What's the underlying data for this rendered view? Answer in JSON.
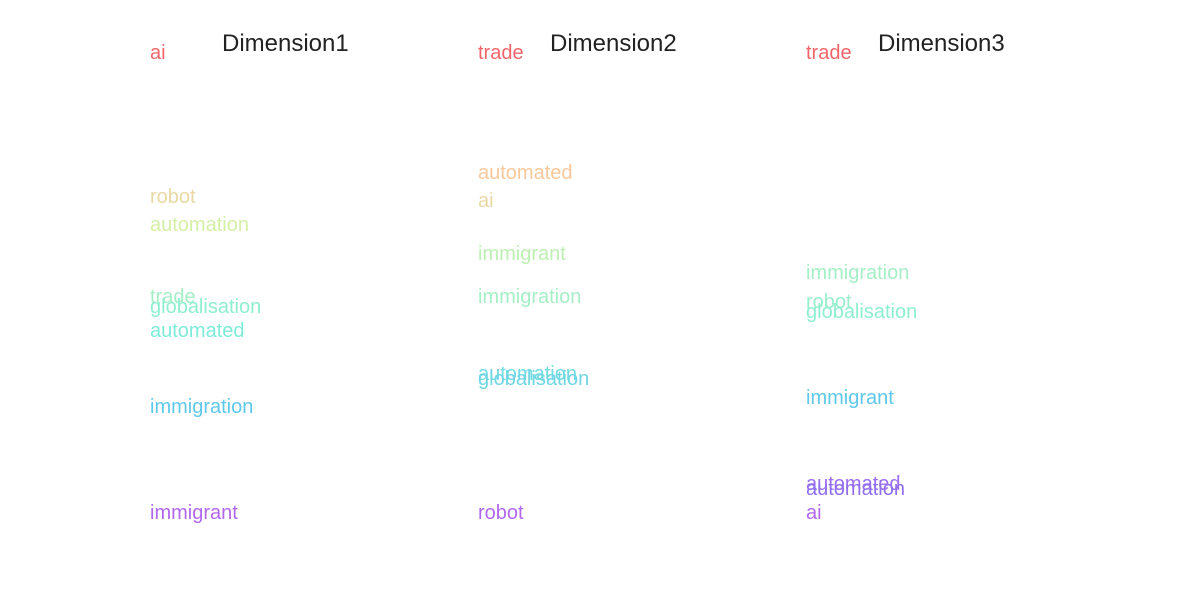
{
  "chart_data": {
    "type": "scatter",
    "description_free": true,
    "panels": [
      {
        "title": "Dimension1",
        "words": [
          {
            "label": "ai",
            "rank": 1,
            "y": 1.0,
            "color": "#f0666a"
          },
          {
            "label": "robot",
            "rank": 2,
            "y": 0.7,
            "color": "#e8d9a4"
          },
          {
            "label": "automation",
            "rank": 3,
            "y": 0.64,
            "color": "#d4efa6"
          },
          {
            "label": "trade",
            "rank": 4,
            "y": 0.49,
            "color": "#a5efc6"
          },
          {
            "label": "globalisation",
            "rank": 5,
            "y": 0.47,
            "color": "#8eefd0"
          },
          {
            "label": "automated",
            "rank": 6,
            "y": 0.42,
            "color": "#7cebd9"
          },
          {
            "label": "immigration",
            "rank": 7,
            "y": 0.26,
            "color": "#5ec8ea"
          },
          {
            "label": "immigrant",
            "rank": 8,
            "y": 0.04,
            "color": "#b167ee"
          }
        ]
      },
      {
        "title": "Dimension2",
        "words": [
          {
            "label": "trade",
            "rank": 1,
            "y": 1.0,
            "color": "#f0666a"
          },
          {
            "label": "automated",
            "rank": 2,
            "y": 0.75,
            "color": "#f8c89a"
          },
          {
            "label": "ai",
            "rank": 3,
            "y": 0.69,
            "color": "#e8d9a4"
          },
          {
            "label": "immigrant",
            "rank": 4,
            "y": 0.58,
            "color": "#bdf0b2"
          },
          {
            "label": "immigration",
            "rank": 5,
            "y": 0.49,
            "color": "#a5efc6"
          },
          {
            "label": "automation",
            "rank": 6,
            "y": 0.33,
            "color": "#70dbe2"
          },
          {
            "label": "globalisation",
            "rank": 7,
            "y": 0.32,
            "color": "#70d6e4"
          },
          {
            "label": "robot",
            "rank": 8,
            "y": 0.04,
            "color": "#b167ee"
          }
        ]
      },
      {
        "title": "Dimension3",
        "words": [
          {
            "label": "trade",
            "rank": 1,
            "y": 1.0,
            "color": "#f0666a"
          },
          {
            "label": "immigration",
            "rank": 2,
            "y": 0.54,
            "color": "#a5efc6"
          },
          {
            "label": "robot",
            "rank": 3,
            "y": 0.48,
            "color": "#99efcc"
          },
          {
            "label": "globalisation",
            "rank": 4,
            "y": 0.46,
            "color": "#8eefd0"
          },
          {
            "label": "immigrant",
            "rank": 5,
            "y": 0.28,
            "color": "#5ec8ea"
          },
          {
            "label": "automated",
            "rank": 6,
            "y": 0.1,
            "color": "#9c6df0"
          },
          {
            "label": "automation",
            "rank": 7,
            "y": 0.09,
            "color": "#8f6ef0"
          },
          {
            "label": "ai",
            "rank": 8,
            "y": 0.04,
            "color": "#b167ee"
          }
        ]
      }
    ],
    "ylim": [
      0,
      1
    ],
    "grid": false,
    "legend": "none"
  }
}
